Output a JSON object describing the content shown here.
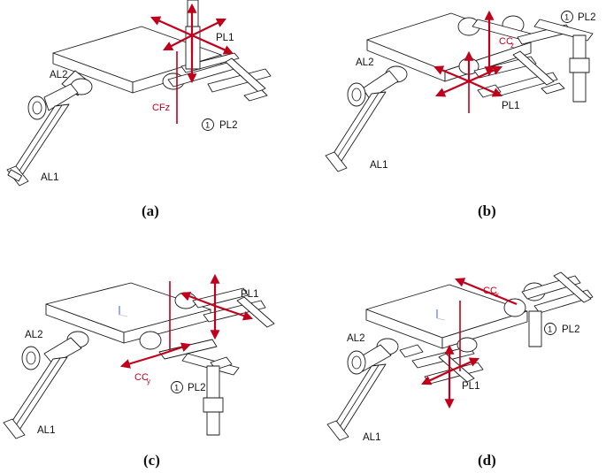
{
  "panels": [
    {
      "id": "a",
      "caption": "(a)",
      "labels": {
        "al1": "AL1",
        "al2": "AL2",
        "pl1": "PL1",
        "pl2": "PL2",
        "marker": "1",
        "force": "CFz"
      }
    },
    {
      "id": "b",
      "caption": "(b)",
      "labels": {
        "al1": "AL1",
        "al2": "AL2",
        "pl1": "PL1",
        "pl2": "PL2",
        "marker": "1",
        "force": "CC",
        "force_sub": "z"
      }
    },
    {
      "id": "c",
      "caption": "(c)",
      "labels": {
        "al1": "AL1",
        "al2": "AL2",
        "pl1": "PL1",
        "pl2": "PL2",
        "marker": "1",
        "force": "CC",
        "force_sub": "y"
      }
    },
    {
      "id": "d",
      "caption": "(d)",
      "labels": {
        "al1": "AL1",
        "al2": "AL2",
        "pl1": "PL1",
        "pl2": "PL2",
        "marker": "1",
        "force": "CC",
        "force_sub": "x"
      }
    }
  ],
  "colors": {
    "arrow": "#c0001a",
    "line": "#1a1a1a"
  }
}
